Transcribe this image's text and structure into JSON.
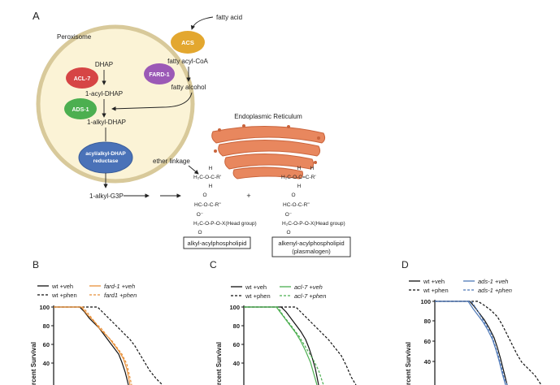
{
  "panel_a": {
    "letter": "A",
    "peroxisome_label": "Peroxisome",
    "er_label": "Endoplasmic Reticulum",
    "fatty_acid": "fatty acid",
    "acs": "ACS",
    "fatty_acyl_coa": "fatty acyl-CoA",
    "fard1": "FARD-1",
    "fatty_alcohol": "fatty alcohol",
    "dhap": "DHAP",
    "acl7": "ACL-7",
    "acyl_dhap": "1-acyl-DHAP",
    "ads1": "ADS-1",
    "alkyl_dhap": "1-alkyl-DHAP",
    "reductase_line1": "acyl/alkyl-DHAP",
    "reductase_line2": "reductase",
    "alkyl_g3p": "1-alkyl-G3P",
    "ether_linkage": "ether linkage",
    "plus": "+",
    "mol_h": "H",
    "mol_alkyl_row1": "H₂C-O-C-R'",
    "mol_alkenyl_row1": "H₂C-O-C=C-R'",
    "mol_row2": "HC-O-C-R\"",
    "mol_o": "O",
    "mol_p": "H₂C-O-P-O-X(Head group)",
    "mol_ominus": "O⁻",
    "box_alkyl": "alkyl-acylphospholipid",
    "box_alkenyl_line1": "alkenyl-acylphospholipid",
    "box_alkenyl_line2": "(plasmalogen)"
  },
  "colors": {
    "peroxisome_fill": "#fbf3d6",
    "peroxisome_stroke": "#d8c99a",
    "acs": "#e3a72f",
    "fard1": "#9b59b6",
    "acl7": "#d64545",
    "ads1": "#4caf50",
    "reductase": "#4a72b8",
    "er": "#e8875e",
    "orange_series": "#e8903a",
    "green_series": "#4caf50",
    "blue_series": "#4f79b8"
  },
  "survival_panels": [
    {
      "letter": "B",
      "ylabel": "rcent Survival",
      "yticks": [
        "100",
        "80",
        "60",
        "40"
      ],
      "legend": [
        "wt +veh",
        "wt +phen",
        "fard-1 +veh",
        "fard1 +phen"
      ]
    },
    {
      "letter": "C",
      "ylabel": "rcent Survival",
      "yticks": [
        "100",
        "80",
        "60",
        "40"
      ],
      "legend": [
        "wt +veh",
        "wt +phen",
        "acl-7 +veh",
        "acl-7 +phen"
      ]
    },
    {
      "letter": "D",
      "ylabel": "rcent Survival",
      "yticks": [
        "100",
        "80",
        "60",
        "40"
      ],
      "legend": [
        "wt +veh",
        "wt +phen",
        "ads-1 +veh",
        "ads-1 +phen"
      ]
    }
  ]
}
